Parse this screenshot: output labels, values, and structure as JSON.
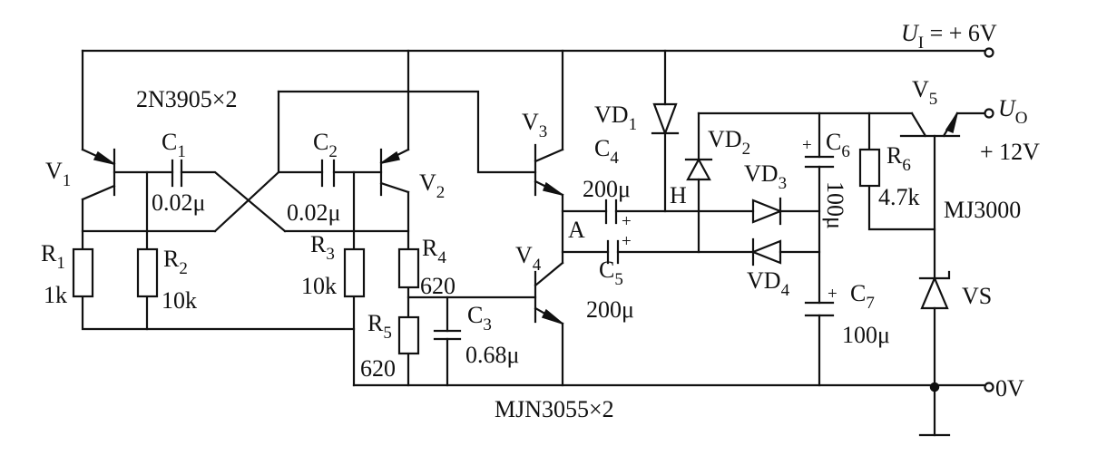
{
  "title": "Multivibrator-driven voltage doubler, 6V to 12V converter",
  "notes": {
    "pnp_pair": "2N3905×2",
    "npn_pair": "MJN3055×2",
    "v5_type": "MJ3000"
  },
  "nodes": {
    "a": "A",
    "h": "H"
  },
  "terminals": {
    "input": {
      "main": "U",
      "sub": "I",
      "value": " = + 6V"
    },
    "output": {
      "main": "U",
      "sub": "O",
      "value": "+ 12V"
    },
    "ground": "0V"
  },
  "transistors": [
    {
      "main": "V",
      "sub": "1"
    },
    {
      "main": "V",
      "sub": "2"
    },
    {
      "main": "V",
      "sub": "3"
    },
    {
      "main": "V",
      "sub": "4"
    },
    {
      "main": "V",
      "sub": "5"
    }
  ],
  "resistors": [
    {
      "main": "R",
      "sub": "1",
      "value": "1k"
    },
    {
      "main": "R",
      "sub": "2",
      "value": "10k"
    },
    {
      "main": "R",
      "sub": "3",
      "value": "10k"
    },
    {
      "main": "R",
      "sub": "4",
      "value": "620"
    },
    {
      "main": "R",
      "sub": "5",
      "value": "620"
    },
    {
      "main": "R",
      "sub": "6",
      "value": "4.7k"
    }
  ],
  "capacitors": [
    {
      "main": "C",
      "sub": "1",
      "value": "0.02μ"
    },
    {
      "main": "C",
      "sub": "2",
      "value": "0.02μ"
    },
    {
      "main": "C",
      "sub": "3",
      "value": "0.68μ"
    },
    {
      "main": "C",
      "sub": "4",
      "value": "200μ"
    },
    {
      "main": "C",
      "sub": "5",
      "value": "200μ"
    },
    {
      "main": "C",
      "sub": "6",
      "value": "100μ"
    },
    {
      "main": "C",
      "sub": "7",
      "value": "100μ"
    }
  ],
  "diodes": [
    {
      "main": "VD",
      "sub": "1"
    },
    {
      "main": "VD",
      "sub": "2"
    },
    {
      "main": "VD",
      "sub": "3"
    },
    {
      "main": "VD",
      "sub": "4"
    }
  ],
  "zener": "VS",
  "polarity_mark": "+"
}
